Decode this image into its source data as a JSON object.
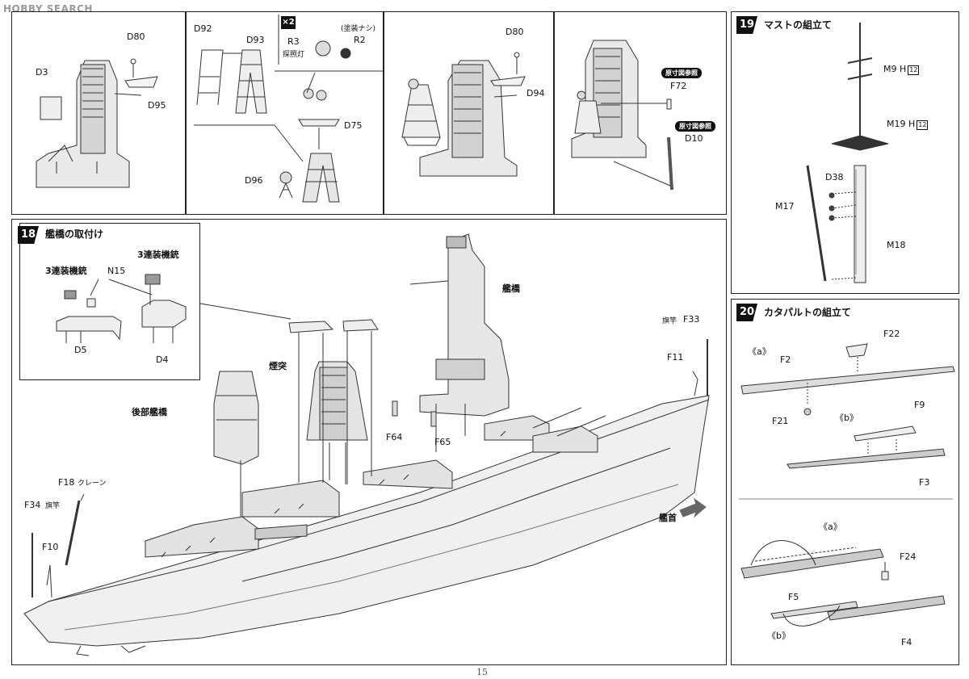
{
  "watermark": "HOBBY SEARCH",
  "page_number": "15",
  "top_panels": {
    "p1": {
      "labels": [
        "D80",
        "D3",
        "D95"
      ]
    },
    "p2": {
      "labels": [
        "D92",
        "D93",
        "R3",
        "R2",
        "D75",
        "D96"
      ],
      "note": "(塗装ナシ)",
      "lamp": "探照灯",
      "multiplier": "×2"
    },
    "p3": {
      "labels": [
        "D80",
        "D94"
      ]
    },
    "p4": {
      "labels": [
        "F72",
        "D10"
      ],
      "ref1": "原寸図参照",
      "ref2": "原寸図参照"
    }
  },
  "step18": {
    "number": "18",
    "title": "艦橋の取付け",
    "inset": {
      "label_left": "3連装機銃",
      "label_right": "3連装機銃",
      "part_n15": "N15",
      "part_d5": "D5",
      "part_d4": "D4"
    },
    "labels": {
      "bridge": "艦橋",
      "funnel": "煙突",
      "rear_bridge": "後部艦橋",
      "flagpole_f33_jp": "旗竿",
      "f33": "F33",
      "f11": "F11",
      "f64": "F64",
      "f65": "F65",
      "f18": "F18",
      "crane": "クレーン",
      "f34": "F34",
      "flagpole_f34_jp": "旗竿",
      "f10": "F10",
      "bow": "艦首"
    }
  },
  "step19": {
    "number": "19",
    "title": "マストの組立て",
    "labels": {
      "m9": "M9",
      "m19": "M19",
      "h": "H",
      "h12": "12",
      "d38": "D38",
      "m17": "M17",
      "m18": "M18"
    }
  },
  "step20": {
    "number": "20",
    "title": "カタパルトの組立て",
    "labels": {
      "a": "《a》",
      "b": "《b》",
      "f22": "F22",
      "f2": "F2",
      "f21": "F21",
      "f9": "F9",
      "f3": "F3",
      "a2": "《a》",
      "f24": "F24",
      "f5": "F5",
      "b2": "《b》",
      "f4": "F4"
    }
  }
}
